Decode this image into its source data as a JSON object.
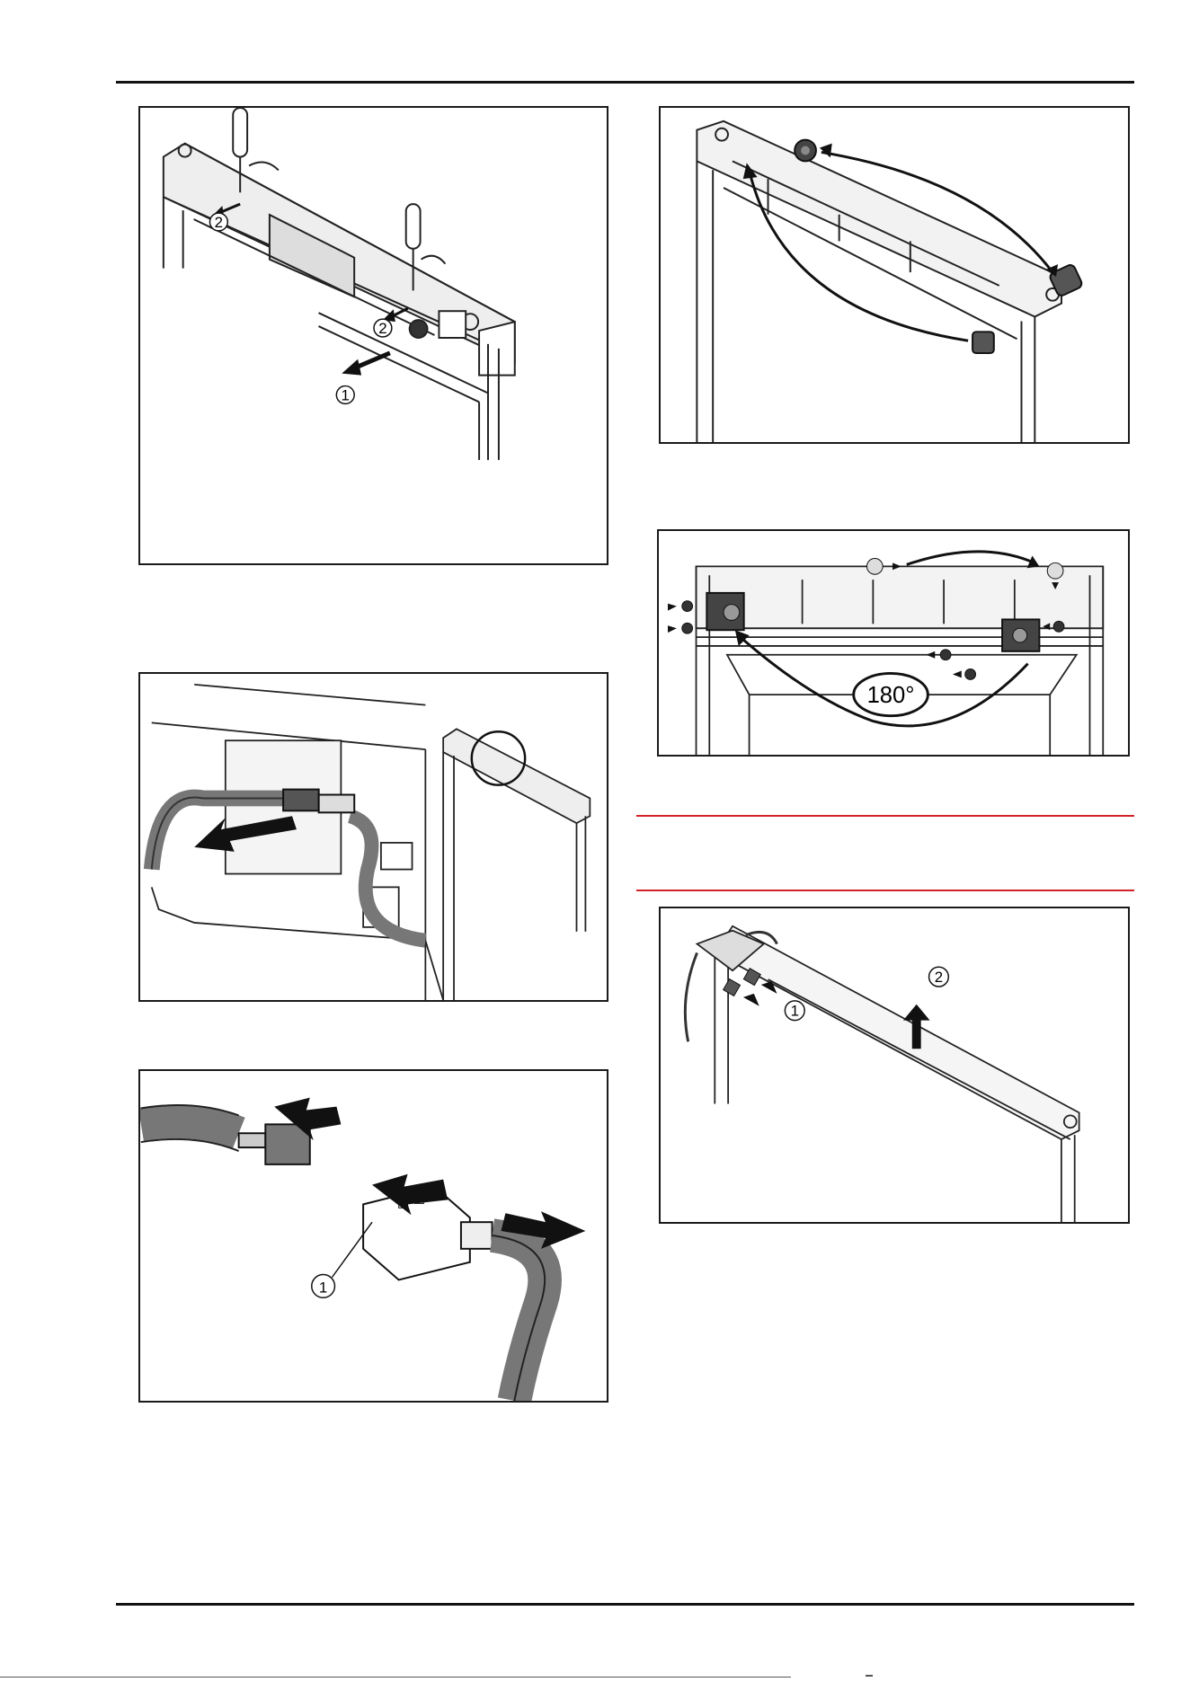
{
  "figures": [
    {
      "id": "fig-1",
      "callouts": [
        "1",
        "2",
        "2"
      ]
    },
    {
      "id": "fig-2",
      "callouts": []
    },
    {
      "id": "fig-3",
      "callouts": [
        "1"
      ]
    },
    {
      "id": "fig-4",
      "callouts": []
    },
    {
      "id": "fig-5",
      "callouts": [],
      "rotation_label": "180°"
    },
    {
      "id": "fig-6",
      "callouts": [
        "1",
        "2"
      ]
    }
  ],
  "colors": {
    "rule": "#111111",
    "warning_rule": "#d2232a",
    "frame": "#1a1a1a"
  }
}
